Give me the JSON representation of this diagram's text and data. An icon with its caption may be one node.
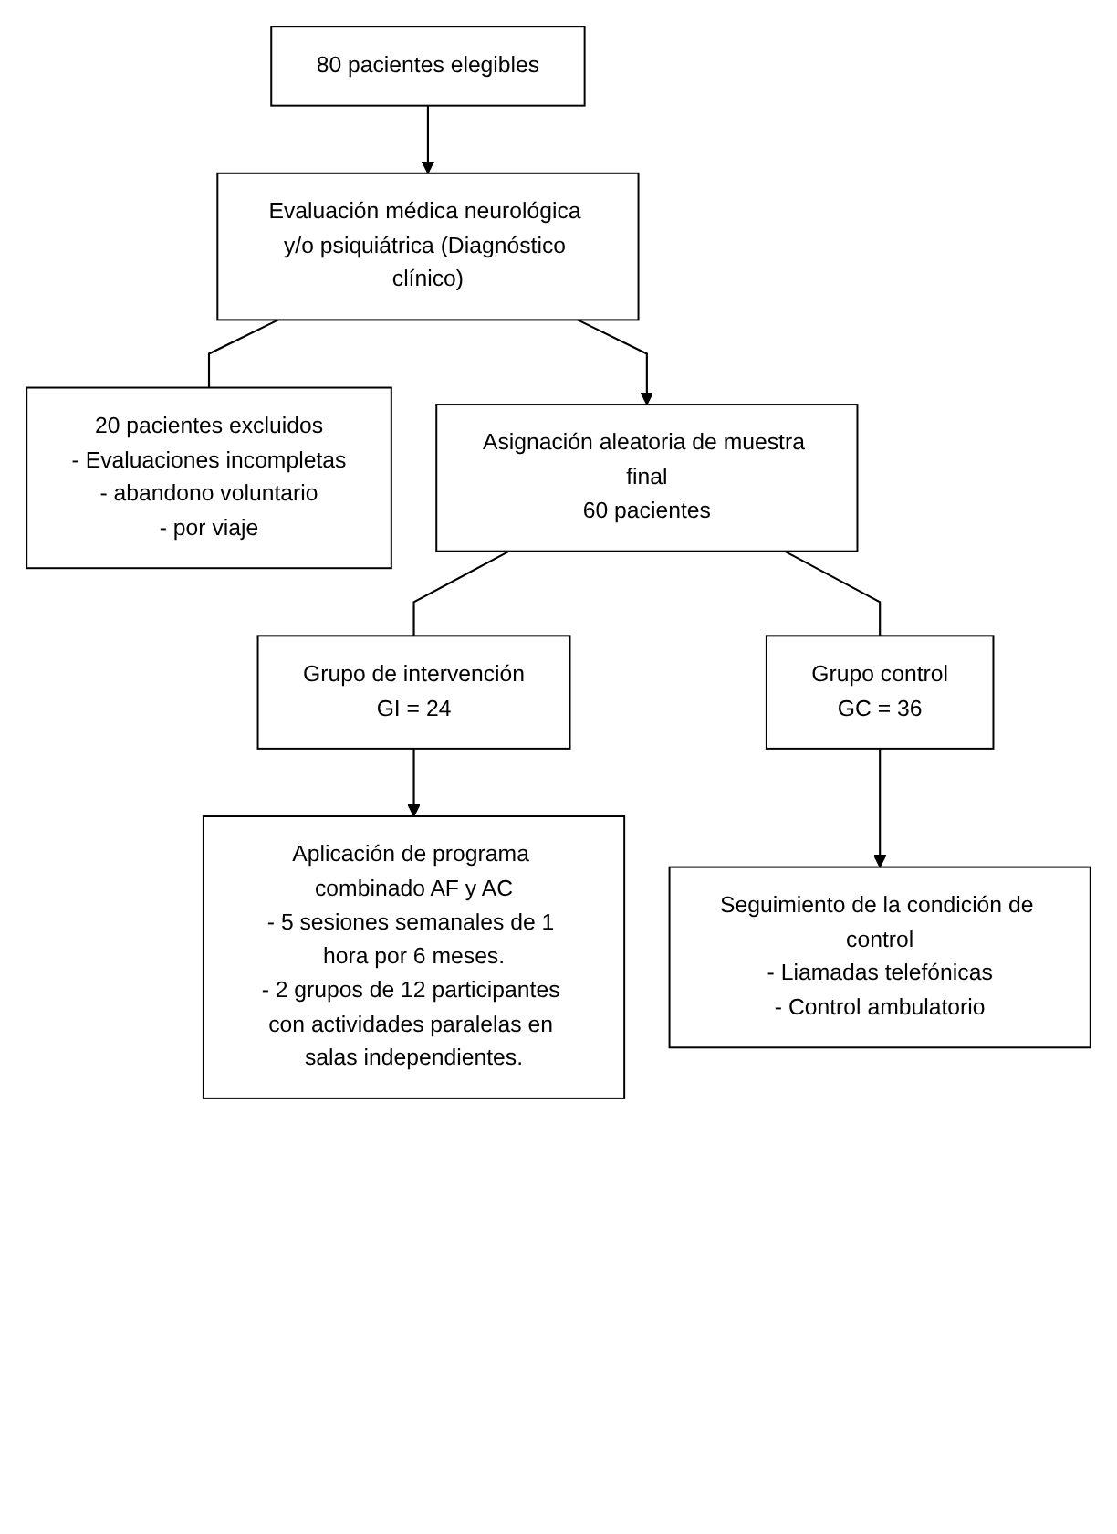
{
  "diagram": {
    "nodes": [
      {
        "text": [
          "80 pacientes elegibles"
        ]
      },
      {
        "text": [
          "Evaluación médica neurológica y/o psiquiátrica (Diagnóstico clínico)"
        ]
      },
      {
        "text": [
          "20 pacientes excluidos",
          "- Evaluaciones incompletas",
          "- abandono voluntario",
          "- por viaje"
        ]
      },
      {
        "text": [
          "Asignación aleatoria de muestra final",
          "60 pacientes"
        ]
      },
      {
        "text": [
          "Grupo de intervención",
          "GI = 24"
        ]
      },
      {
        "text": [
          "Grupo control",
          "GC = 36"
        ]
      },
      {
        "text": [
          "Aplicación de programa combinado AF y AC",
          "- 5 sesiones semanales de 1 hora por 6 meses.",
          "- 2 grupos de 12 participantes con actividades paralelas en salas independientes."
        ]
      },
      {
        "text": [
          "Seguimiento de la condición de control",
          "- Liamadas telefónicas",
          "- Control ambulatorio"
        ]
      }
    ],
    "edges": [
      {
        "from": 0,
        "to": 1,
        "arrow": "to"
      },
      {
        "from": 1,
        "to": 3,
        "arrow": "to"
      },
      {
        "from": 1,
        "to": 2,
        "arrow": "none"
      },
      {
        "from": 3,
        "to": 4,
        "arrow": "none"
      },
      {
        "from": 3,
        "to": 5,
        "arrow": "none"
      },
      {
        "from": 4,
        "to": 6,
        "arrow": "to"
      },
      {
        "from": 5,
        "to": 7,
        "arrow": "to"
      }
    ]
  }
}
